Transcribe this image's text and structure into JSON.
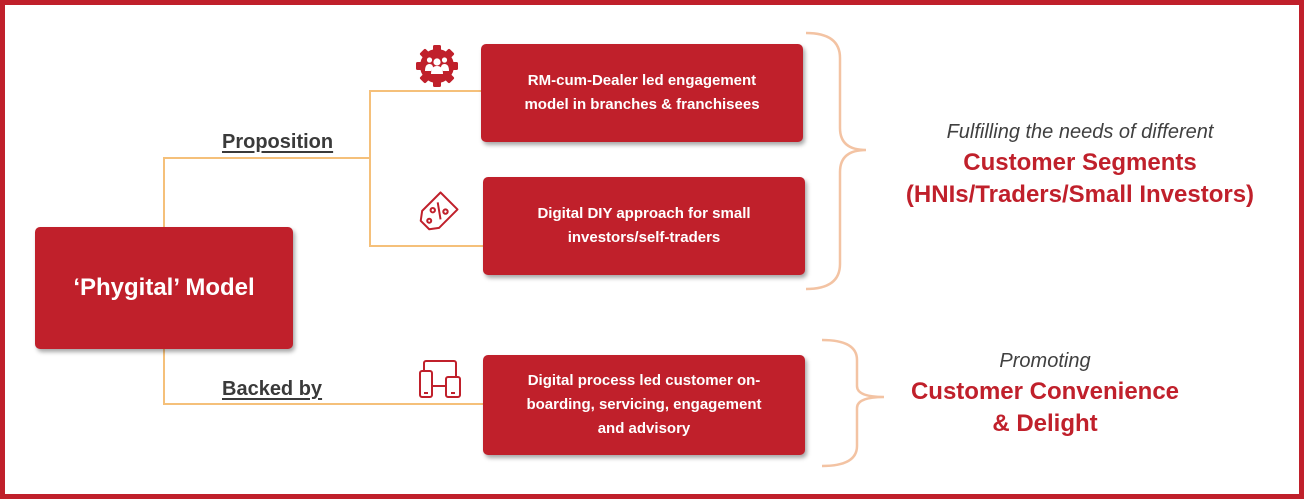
{
  "root": {
    "label": "‘Phygital’ Model"
  },
  "branches": {
    "proposition": "Proposition",
    "backed_by": "Backed by"
  },
  "items": {
    "rm": {
      "text": "RM-cum-Dealer led engagement\nmodel in branches & franchisees",
      "icon": "people-gear-icon"
    },
    "diy": {
      "text": "Digital DIY approach for small\ninvestors/self-traders",
      "icon": "discount-tag-icon"
    },
    "digital": {
      "text": "Digital process led customer on-\nboarding, servicing, engagement\nand advisory",
      "icon": "devices-icon"
    }
  },
  "outcomes": {
    "segments": {
      "intro": "Fulfilling the needs of different",
      "line1": "Customer Segments",
      "line2": "(HNIs/Traders/Small Investors)"
    },
    "convenience": {
      "intro": "Promoting",
      "line1": "Customer Convenience",
      "line2": "& Delight"
    }
  },
  "colors": {
    "accent": "#c0202b",
    "connector": "#f5c07a",
    "brace": "#f3c3a3",
    "text_dark": "#404040"
  }
}
